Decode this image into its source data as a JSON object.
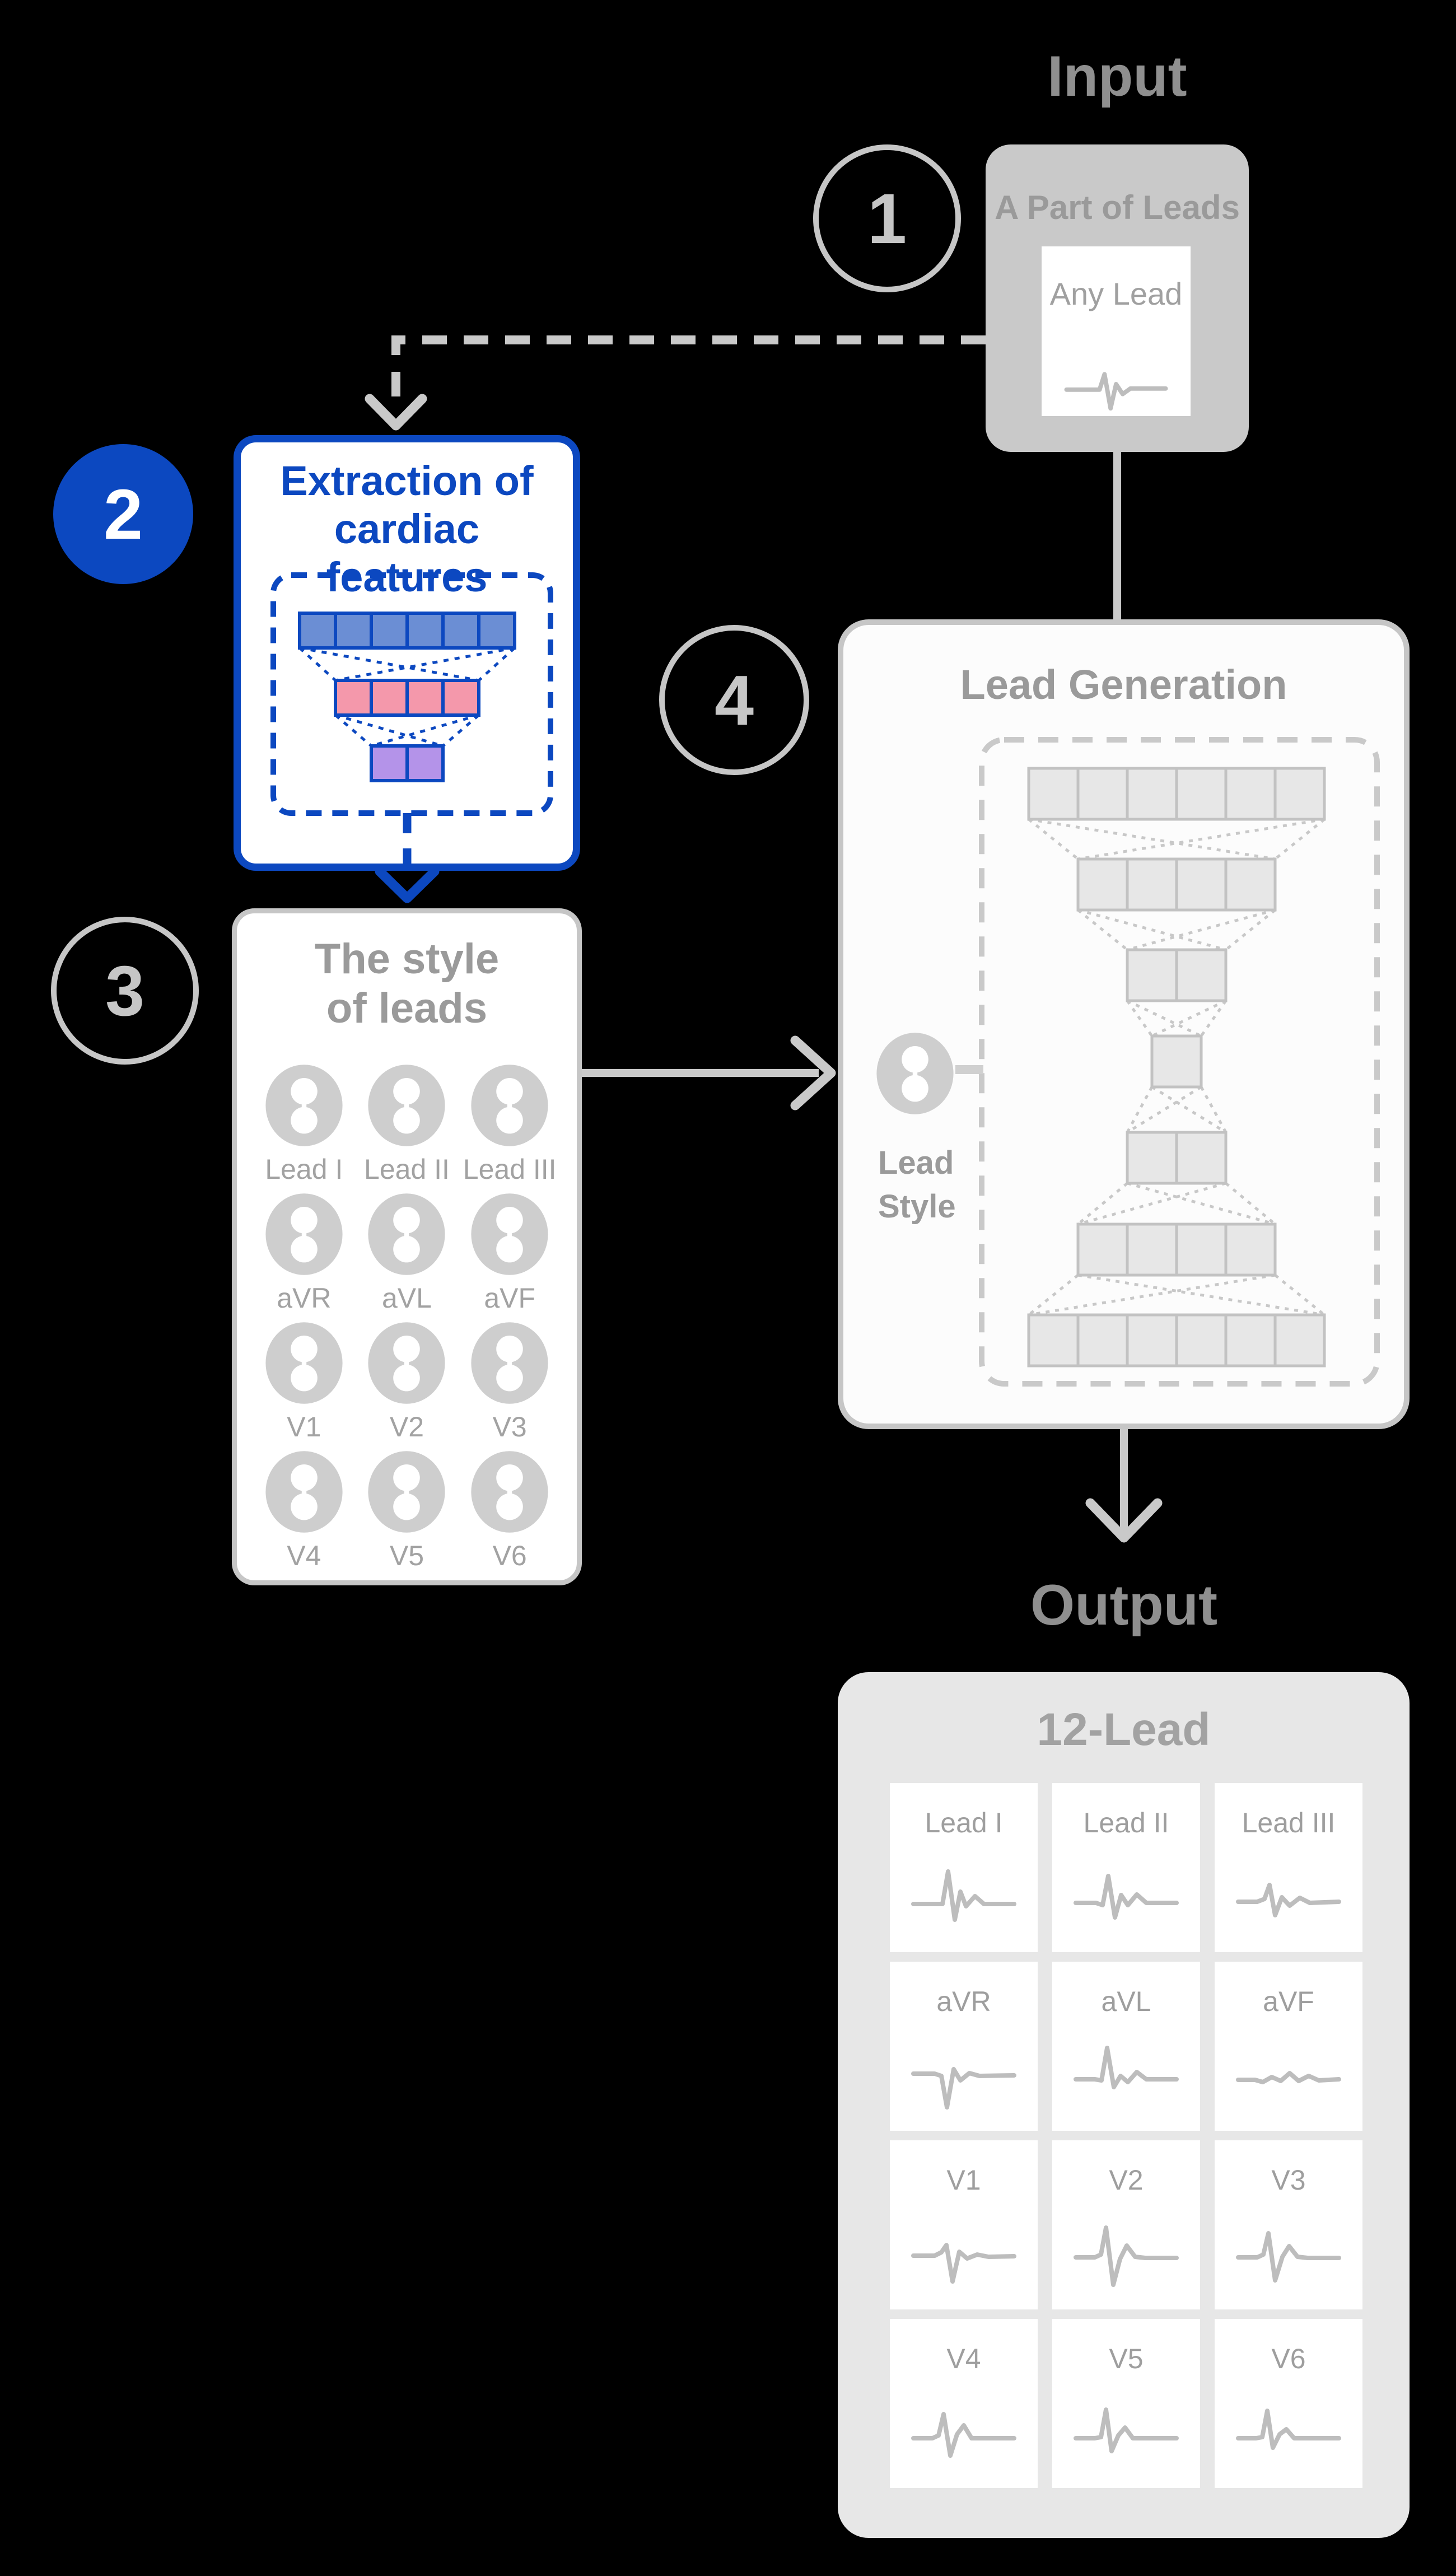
{
  "colors": {
    "background": "#000000",
    "gray_title": "#8f8f8f",
    "gray_text": "#9a9a9a",
    "gray_line": "#c9c9c9",
    "gray_border": "#c6c6c6",
    "accent_blue": "#0c48c0",
    "cell_blue": "#6b8ed4",
    "cell_pink": "#f498ab",
    "cell_purple": "#b493e9",
    "cell_gray": "#e7e7e7",
    "box_gray": "#c9c9c9",
    "panel_gray": "#e7e7e7",
    "wave_gray": "#bdbdbd",
    "icon_gray": "#cecece",
    "label_gray": "#a2a2a2"
  },
  "steps": [
    {
      "number": "1",
      "style": "outline"
    },
    {
      "number": "2",
      "style": "filled"
    },
    {
      "number": "3",
      "style": "outline"
    },
    {
      "number": "4",
      "style": "outline"
    }
  ],
  "input": {
    "title": "Input",
    "box_title": "A Part of Leads",
    "card": {
      "label": "Any Lead",
      "wave": "10,72 58,72 70,72 79,44 90,106 100,62 112,80 126,70 190,70"
    }
  },
  "extraction": {
    "title": "Extraction of cardiac features",
    "network_rows": [
      6,
      4,
      2
    ]
  },
  "style_box": {
    "title": "The style of leads",
    "leads": [
      "Lead I",
      "Lead II",
      "Lead III",
      "aVR",
      "aVL",
      "aVF",
      "V1",
      "V2",
      "V3",
      "V4",
      "V5",
      "V6"
    ]
  },
  "generation": {
    "title": "Lead Generation",
    "side_label": "Lead Style",
    "network_rows": [
      6,
      4,
      2,
      1,
      2,
      4,
      6
    ]
  },
  "output": {
    "title": "Output",
    "box_title": "12-Lead",
    "leads": [
      {
        "name": "Lead I",
        "wave": "10,74 50,74 62,74 72,16 84,102 94,52 104,78 120,60 136,74 190,74"
      },
      {
        "name": "Lead II",
        "wave": "10,72 46,72 58,76 68,24 80,98 91,58 103,76 119,57 136,72 190,72"
      },
      {
        "name": "Lead III",
        "wave": "10,70 44,70 57,65 66,40 76,94 88,62 102,77 120,63 138,72 190,70"
      },
      {
        "name": "aVR",
        "wave": "10,58 48,58 60,62 70,118 82,50 94,70 110,57 128,62 190,61"
      },
      {
        "name": "aVL",
        "wave": "10,68 44,68 56,70 66,12 78,82 90,62 103,73 119,55 136,68 190,68"
      },
      {
        "name": "aVF",
        "wave": "10,69 40,69 54,73 70,64 86,71 102,57 118,71 136,62 154,70 190,68"
      },
      {
        "name": "V1",
        "wave": "10,64 48,64 60,58 69,45 80,110 92,57 106,69 124,62 144,66 190,65"
      },
      {
        "name": "V2",
        "wave": "10,67 44,67 55,62 64,14 77,116 89,70 101,46 116,66 134,68 190,68"
      },
      {
        "name": "V3",
        "wave": "10,67 44,67 55,62 64,24 76,108 89,66 101,47 116,66 134,68 190,68"
      },
      {
        "name": "V4",
        "wave": "10,71 44,71 55,66 64,28 76,102 88,64 100,48 114,71 134,71 190,71"
      },
      {
        "name": "V5",
        "wave": "10,71 44,71 55,69 64,20 74,94 86,66 98,52 112,71 132,71 190,71"
      },
      {
        "name": "V6",
        "wave": "10,71 42,71 53,69 62,22 72,88 84,64 96,55 110,71 130,71 190,71"
      }
    ]
  }
}
